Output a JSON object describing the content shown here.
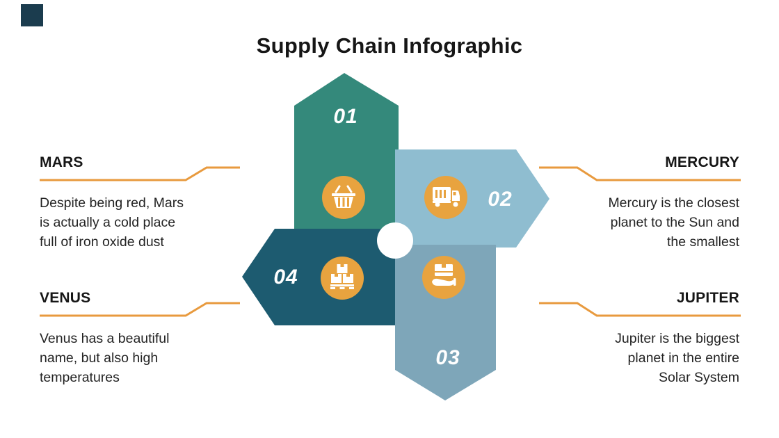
{
  "title": "Supply Chain Infographic",
  "colors": {
    "step1": "#34897B",
    "step2": "#8FBDD0",
    "step3": "#7EA6B9",
    "step4": "#1D5B70",
    "icon_bg": "#E8A33F",
    "line": "#E89A3E",
    "heading": "#161616",
    "body": "#232323",
    "corner": "#1B3C4E"
  },
  "steps": [
    {
      "number": "01",
      "icon": "basket-icon"
    },
    {
      "number": "02",
      "icon": "truck-icon"
    },
    {
      "number": "03",
      "icon": "hand-box-icon"
    },
    {
      "number": "04",
      "icon": "pallet-icon"
    }
  ],
  "panels": {
    "mars": {
      "title": "MARS",
      "text": "Despite being red, Mars\nis actually a cold place\nfull of iron oxide dust"
    },
    "mercury": {
      "title": "MERCURY",
      "text": "Mercury is the closest\nplanet to the Sun and\nthe smallest"
    },
    "venus": {
      "title": "VENUS",
      "text": "Venus has a beautiful\nname, but also high\ntemperatures"
    },
    "jupiter": {
      "title": "JUPITER",
      "text": "Jupiter is the biggest\nplanet in the entire\nSolar System"
    }
  }
}
